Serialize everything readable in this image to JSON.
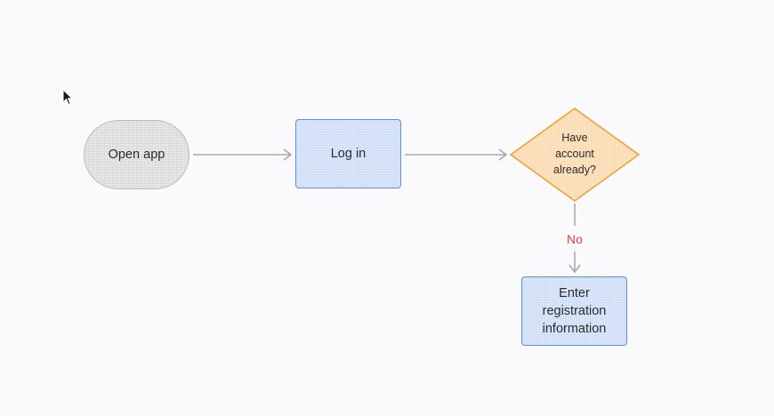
{
  "flowchart": {
    "nodes": {
      "start": {
        "label": "Open app",
        "shape": "rounded-pill"
      },
      "login": {
        "label": "Log in",
        "shape": "rectangle"
      },
      "decision": {
        "label": "Have account already?",
        "shape": "diamond"
      },
      "register": {
        "label": "Enter registration information",
        "shape": "rectangle"
      }
    },
    "edges": [
      {
        "from": "start",
        "to": "login",
        "label": ""
      },
      {
        "from": "login",
        "to": "decision",
        "label": ""
      },
      {
        "from": "decision",
        "to": "register",
        "label": "No"
      }
    ],
    "edge_label_no": "No"
  },
  "colors": {
    "background": "#fafafd",
    "terminal_fill": "#e7e7e9",
    "terminal_border": "#b9b9bd",
    "process_fill": "#dce7fa",
    "process_border": "#5b8ee2",
    "decision_fill": "#fde3c1",
    "decision_border": "#f29d2f",
    "edge": "#a9a9ad",
    "edge_label": "#e0413a"
  }
}
